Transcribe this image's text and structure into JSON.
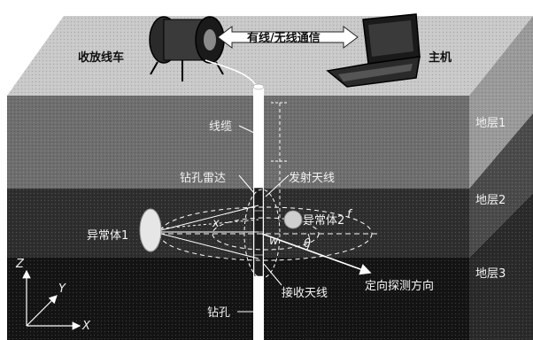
{
  "labels": {
    "winch": "收放线车",
    "comm": "有线/无线通信",
    "host": "主机",
    "cable": "线缆",
    "borehole_radar": "钻孔雷达",
    "tx_antenna": "发射天线",
    "rx_antenna": "接收天线",
    "anomaly1": "异常体1",
    "anomaly2": "异常体2",
    "directional": "定向探测方向",
    "borehole": "钻孔",
    "layer1": "地层1",
    "layer2": "地层2",
    "layer3": "地层3",
    "x_dist": "x",
    "f_sym": "f",
    "theta": "θ",
    "w_sym": "w",
    "axis_z": "Z",
    "axis_y": "Y",
    "axis_x": "X"
  },
  "colors": {
    "surface": "#c9c9c9",
    "layer1": "#6e6e6e",
    "layer2": "#2e2e2e",
    "layer3": "#141414",
    "side1": "#9a9a9a",
    "side2": "#4a4a4a",
    "side3": "#2a2a2a",
    "borehole": "#ffffff"
  }
}
